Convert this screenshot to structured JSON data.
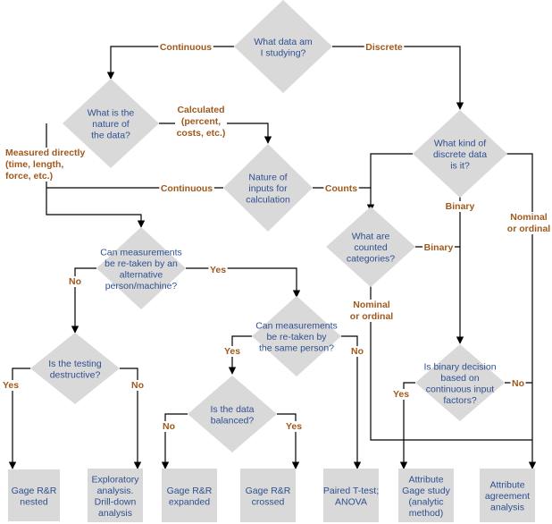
{
  "nodes": {
    "d_what_data": [
      "What data am",
      "I studying?"
    ],
    "d_nature": [
      "What is the",
      "nature of",
      "the data?"
    ],
    "d_kind": [
      "What kind of",
      "discrete data",
      "is it?"
    ],
    "d_inputs": [
      "Nature of",
      "inputs for",
      "calculation"
    ],
    "d_counted": [
      "What are",
      "counted",
      "categories?"
    ],
    "d_retaken_alt": [
      "Can measurements",
      "be re-taken by an",
      "alternative",
      "person/machine?"
    ],
    "d_retaken_same": [
      "Can measurements",
      "be re-taken by",
      "the same person?"
    ],
    "d_destructive": [
      "Is the testing",
      "destructive?"
    ],
    "d_balanced": [
      "Is the data",
      "balanced?"
    ],
    "d_binary_decision": [
      "Is binary decision",
      "based on",
      "continuous input",
      "factors?"
    ],
    "r_nested": [
      "Gage R&R",
      "nested"
    ],
    "r_exploratory": [
      "Exploratory",
      "analysis.",
      "Drill-down",
      "analysis"
    ],
    "r_expanded": [
      "Gage R&R",
      "expanded"
    ],
    "r_crossed": [
      "Gage R&R",
      "crossed"
    ],
    "r_paired": [
      "Paired T-test;",
      "ANOVA"
    ],
    "r_attr_gage": [
      "Attribute",
      "Gage study",
      "(analytic",
      "method)"
    ],
    "r_attr_agree": [
      "Attribute",
      "agreement",
      "analysis"
    ]
  },
  "edges": {
    "continuous_1": [
      "Continuous"
    ],
    "discrete": [
      "Discrete"
    ],
    "calculated": [
      "Calculated",
      "(percent,",
      "costs, etc.)"
    ],
    "measured": [
      "Measured directly",
      "(time, length,",
      "force, etc.)"
    ],
    "continuous_2": [
      "Continuous"
    ],
    "counts": [
      "Counts"
    ],
    "binary_1": [
      "Binary"
    ],
    "nominal_1": [
      "Nominal",
      "or ordinal"
    ],
    "binary_2": [
      "Binary"
    ],
    "nominal_2": [
      "Nominal",
      "or ordinal"
    ],
    "no_1": [
      "No"
    ],
    "yes_1": [
      "Yes"
    ],
    "yes_2": [
      "Yes"
    ],
    "no_2": [
      "No"
    ],
    "yes_3": [
      "Yes"
    ],
    "no_3": [
      "No"
    ],
    "no_4": [
      "No"
    ],
    "yes_4": [
      "Yes"
    ],
    "yes_5": [
      "Yes"
    ],
    "no_5": [
      "No"
    ]
  }
}
